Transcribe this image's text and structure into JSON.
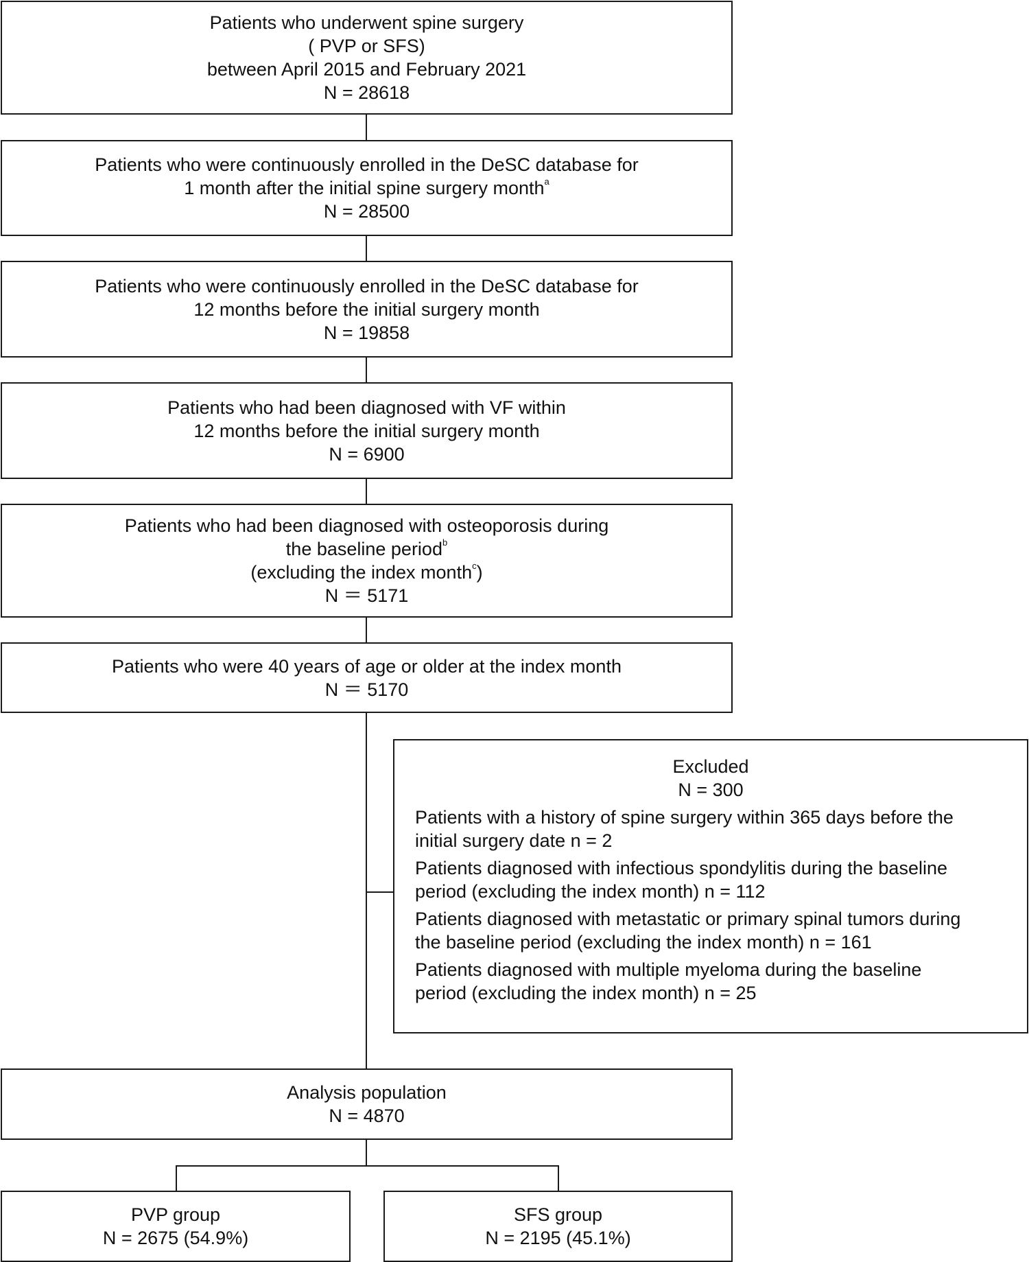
{
  "boxes": {
    "b1": {
      "line1": "Patients who underwent spine surgery",
      "line2": "( PVP or SFS)",
      "line3": "between April 2015 and February 2021",
      "count": "N = 28618"
    },
    "b2": {
      "line1": "Patients who were continuously enrolled in the DeSC database for",
      "line2": "1 month after the initial spine surgery month",
      "footnote": "a",
      "count": "N = 28500"
    },
    "b3": {
      "line1": "Patients who were continuously enrolled in the DeSC database for",
      "line2": "12 months before the initial surgery month",
      "count": "N = 19858"
    },
    "b4": {
      "line1": "Patients who had been diagnosed with VF within",
      "line2": "12 months before the initial surgery month",
      "count": "N = 6900"
    },
    "b5": {
      "line1": "Patients who had been diagnosed with osteoporosis during",
      "line2": "the baseline period",
      "line2_footnote": "b",
      "line3_start": "(excluding the index month",
      "line3_footnote": "c",
      "line3_end": ")",
      "count": "N ＝ 5171"
    },
    "b6": {
      "line1": "Patients who were 40 years of age or older at the index month",
      "count": "N ＝ 5170"
    }
  },
  "excluded": {
    "title": "Excluded",
    "count": "N = 300",
    "items": [
      {
        "line1": "Patients with a history of spine surgery within 365 days before the",
        "line2": "initial surgery date  n = 2"
      },
      {
        "line1": "Patients diagnosed with infectious spondylitis during the baseline",
        "line2": "period (excluding the index month) n = 112"
      },
      {
        "line1": "Patients diagnosed with metastatic or primary spinal tumors during",
        "line2": "the baseline period (excluding the index month) n = 161"
      },
      {
        "line1": "Patients diagnosed with multiple myeloma during the baseline",
        "line2": "period (excluding the index month)  n = 25"
      }
    ]
  },
  "analysis": {
    "title": "Analysis population",
    "count": "N = 4870"
  },
  "groups": {
    "pvp": {
      "title": "PVP group",
      "count": "N = 2675 (54.9%)"
    },
    "sfs": {
      "title": "SFS group",
      "count": "N = 2195 (45.1%)"
    }
  }
}
